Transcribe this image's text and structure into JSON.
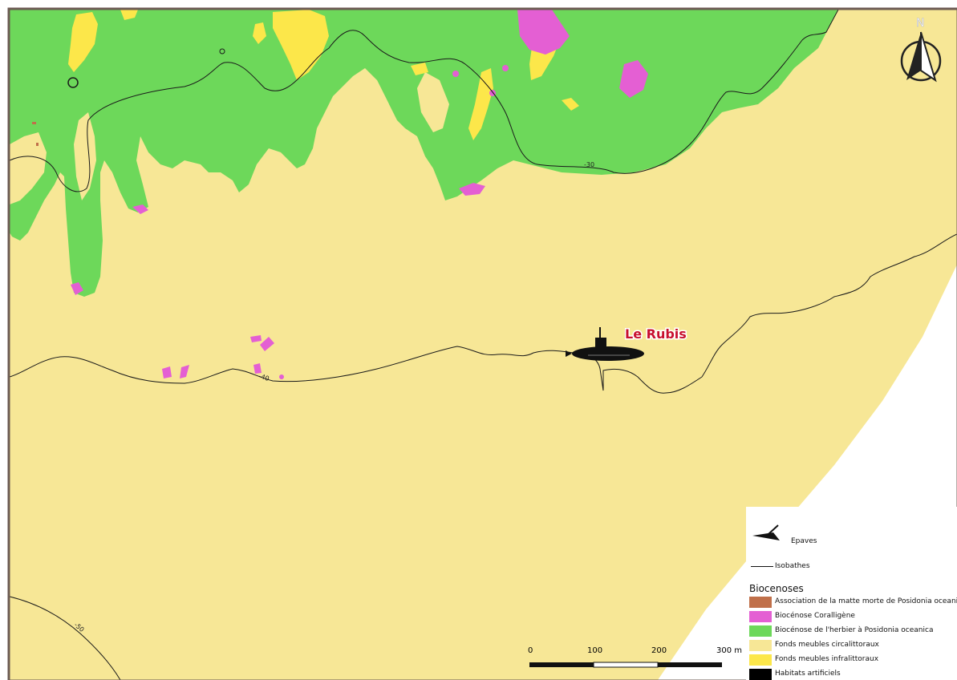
{
  "map": {
    "north_label": "N",
    "wreck_label": "Le Rubis",
    "isobath_labels": {
      "d30": "-30",
      "d40": "-40",
      "d50": "-50"
    },
    "colors": {
      "circalittoral": "#f7e796",
      "posidonia": "#6dd85a",
      "coralligene": "#e45fd3",
      "matte_morte": "#c0704a",
      "infralittoral": "#fce74a",
      "artificial": "#000000",
      "wreck_label": "#c8102e",
      "frame": "#6b5a52"
    }
  },
  "legend": {
    "epaves_label": "Epaves",
    "isobathes_label": "Isobathes",
    "section_title": "Biocenoses",
    "items": [
      {
        "label": "Association de la matte morte de Posidonia oceanica",
        "color": "#c0704a"
      },
      {
        "label": "Biocénose Coralligène",
        "color": "#e45fd3"
      },
      {
        "label": "Biocénose de l'herbier à Posidonia oceanica",
        "color": "#6dd85a"
      },
      {
        "label": "Fonds meubles circalittoraux",
        "color": "#f7e796"
      },
      {
        "label": "Fonds meubles infralittoraux",
        "color": "#fce74a"
      },
      {
        "label": "Habitats artificiels",
        "color": "#000000"
      }
    ]
  },
  "scale": {
    "ticks": [
      "0",
      "100",
      "200",
      "300 m"
    ]
  }
}
